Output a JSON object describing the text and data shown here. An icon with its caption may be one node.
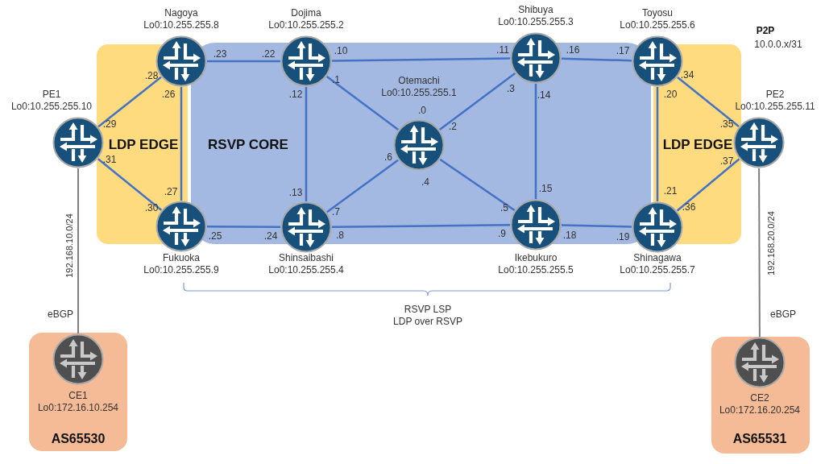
{
  "diagram": {
    "nodes": [
      {
        "text": [
          "AS65530"
        ]
      },
      {
        "text": [
          "AS65531"
        ]
      },
      {
        "text": [
          "PE1",
          "Lo0:10.255.255.10"
        ]
      },
      {
        "text": [
          "Nagoya",
          "Lo0:10.255.255.8"
        ]
      },
      {
        "text": [
          "Dojima",
          "Lo0:10.255.255.2"
        ]
      },
      {
        "text": [
          "Otemachi",
          "Lo0:10.255.255.1"
        ]
      },
      {
        "text": [
          "Shibuya",
          "Lo0:10.255.255.3"
        ]
      },
      {
        "text": [
          "Toyosu",
          "Lo0:10.255.255.6"
        ]
      },
      {
        "text": [
          "PE2",
          "Lo0:10.255.255.11"
        ]
      },
      {
        "text": [
          "Fukuoka",
          "Lo0:10.255.255.9"
        ]
      },
      {
        "text": [
          "Shinsaibashi",
          "Lo0:10.255.255.4"
        ]
      },
      {
        "text": [
          "Ikebukuro",
          "Lo0:10.255.255.5"
        ]
      },
      {
        "text": [
          "Shinagawa",
          "Lo0:10.255.255.7"
        ]
      },
      {
        "text": [
          "CE1",
          "Lo0:172.16.10.254"
        ],
        "in": 0
      },
      {
        "text": [
          "CE2",
          "Lo0:172.16.20.254"
        ],
        "in": 1
      }
    ],
    "edges": [
      {
        "from": 2,
        "to": 3,
        "arrow": "none"
      },
      {
        "from": 2,
        "to": 9,
        "arrow": "none"
      },
      {
        "from": 3,
        "to": 9,
        "arrow": "none"
      },
      {
        "from": 3,
        "to": 4,
        "arrow": "none"
      },
      {
        "from": 4,
        "to": 6,
        "arrow": "none"
      },
      {
        "from": 4,
        "to": 5,
        "arrow": "none"
      },
      {
        "from": 4,
        "to": 10,
        "arrow": "none"
      },
      {
        "from": 9,
        "to": 10,
        "arrow": "none"
      },
      {
        "from": 10,
        "to": 5,
        "arrow": "none"
      },
      {
        "from": 10,
        "to": 11,
        "arrow": "none"
      },
      {
        "from": 5,
        "to": 6,
        "arrow": "none"
      },
      {
        "from": 5,
        "to": 11,
        "arrow": "none"
      },
      {
        "from": 6,
        "to": 11,
        "arrow": "none"
      },
      {
        "from": 6,
        "to": 7,
        "arrow": "none"
      },
      {
        "from": 11,
        "to": 12,
        "arrow": "none"
      },
      {
        "from": 7,
        "to": 12,
        "arrow": "none"
      },
      {
        "from": 7,
        "to": 8,
        "arrow": "none"
      },
      {
        "from": 12,
        "to": 8,
        "arrow": "none"
      },
      {
        "from": 2,
        "to": 13,
        "arrow": "none",
        "label": "192.168.10.0/24",
        "color": "#7f7f7f"
      },
      {
        "from": 8,
        "to": 14,
        "arrow": "none",
        "label": "192.168.20.0/24",
        "color": "#7f7f7f"
      }
    ],
    "labels": [
      "P2P",
      "10.0.0.x/31",
      ".23",
      ".22",
      ".10",
      ".11",
      ".16",
      ".17",
      ".28",
      ".26",
      ".1",
      ".12",
      ".3",
      ".14",
      ".20",
      ".34",
      ".0",
      ".29",
      ".2",
      ".35",
      "LDP EDGE",
      "RSVP CORE",
      "LDP EDGE",
      ".31",
      ".6",
      ".37",
      ".27",
      ".13",
      ".4",
      ".15",
      ".21",
      ".30",
      ".7",
      ".5",
      ".36",
      ".25",
      ".24",
      ".8",
      ".9",
      ".18",
      ".19",
      "RSVP LSP",
      "LDP over RSVP",
      "eBGP",
      "eBGP"
    ]
  }
}
